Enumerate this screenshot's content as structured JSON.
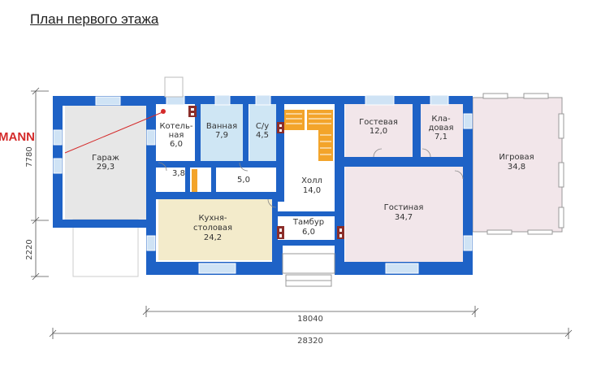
{
  "title": "План первого этажа",
  "logo_text": "MANN",
  "colors": {
    "wall": "#1e62c6",
    "window": "#cfe3f5",
    "bath": "#cfe6f4",
    "kitchen": "#f3ebcb",
    "living": "#f2e6ea",
    "playroom": "#f2e6ea",
    "garage": "#e7e7e7",
    "stairs": "#f3a42a",
    "door_brown": "#8b2e2a",
    "logo": "#d42a2a"
  },
  "rooms": {
    "boiler": {
      "name1": "Котель-",
      "name2": "ная",
      "area": "6,0"
    },
    "bath": {
      "name": "Ванная",
      "area": "7,9"
    },
    "wc": {
      "name": "С/у",
      "area": "4,5"
    },
    "guest": {
      "name": "Гостевая",
      "area": "12,0"
    },
    "storage": {
      "name1": "Кла-",
      "name2": "довая",
      "area": "7,1"
    },
    "playroom": {
      "name": "Игровая",
      "area": "34,8"
    },
    "garage": {
      "name": "Гараж",
      "area": "29,3"
    },
    "corridor_small": {
      "area": "3,8"
    },
    "corridor": {
      "area": "5,0"
    },
    "hall": {
      "name": "Холл",
      "area": "14,0"
    },
    "kitchen": {
      "name1": "Кухня-",
      "name2": "столовая",
      "area": "24,2"
    },
    "vestibule": {
      "name": "Тамбур",
      "area": "6,0"
    },
    "living": {
      "name": "Гостиная",
      "area": "34,7"
    }
  },
  "dimensions": {
    "left_upper": "7780",
    "left_lower": "2220",
    "bottom_inner": "18040",
    "bottom_total": "28320"
  }
}
